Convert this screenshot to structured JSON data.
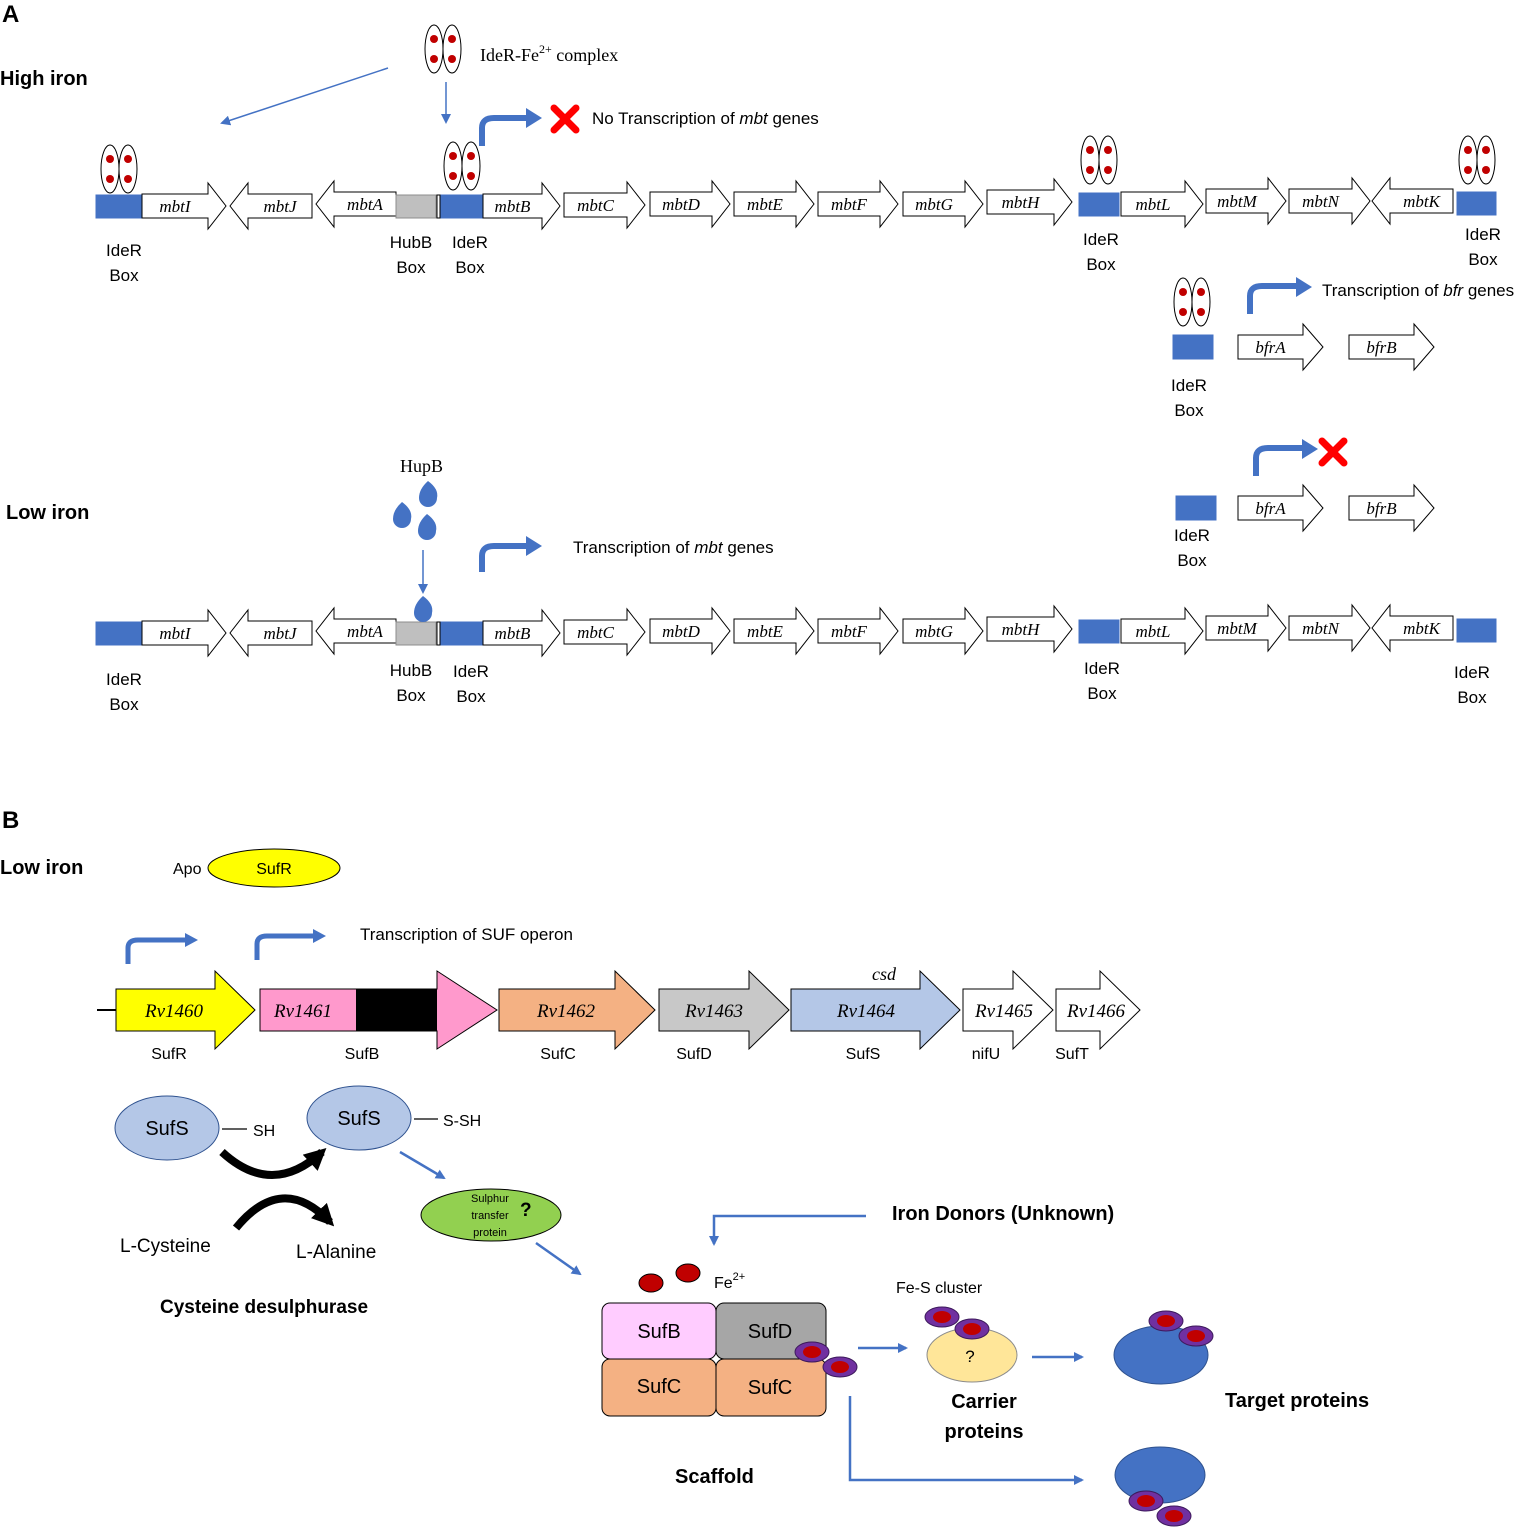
{
  "panels": {
    "a": {
      "letter": "A",
      "high_iron": "High iron",
      "low_iron": "Low iron"
    },
    "b": {
      "letter": "B",
      "low_iron": "Low iron"
    }
  },
  "labels": {
    "complex": "IdeR-Fe",
    "complex_sup": "2+",
    "complex_tail": " complex",
    "no_transcription_mbt": "No Transcription of ",
    "transcription_mbt": "Transcription of ",
    "transcription_bfr": "Transcription of ",
    "mbt_word": "mbt",
    "bfr_word": "bfr",
    "genes_word": " genes",
    "hupb": "HupB",
    "ider": "IdeR",
    "hubb": "HubB",
    "box": "Box"
  },
  "genes_mbt": {
    "mbtI": "mbtI",
    "mbtJ": "mbtJ",
    "mbtA": "mbtA",
    "mbtB": "mbtB",
    "mbtC": "mbtC",
    "mbtD": "mbtD",
    "mbtE": "mbtE",
    "mbtF": "mbtF",
    "mbtG": "mbtG",
    "mbtH": "mbtH",
    "mbtL": "mbtL",
    "mbtM": "mbtM",
    "mbtN": "mbtN",
    "mbtK": "mbtK"
  },
  "genes_bfr": {
    "bfrA": "bfrA",
    "bfrB": "bfrB"
  },
  "suf": {
    "apo": "Apo",
    "sufr": "SufR",
    "transcription": "Transcription of SUF operon",
    "csd": "csd",
    "genes": [
      {
        "id": "Rv1460",
        "protein": "SufR",
        "color": "#ffff00"
      },
      {
        "id": "Rv1461",
        "protein": "SufB",
        "color": "#ff99cc"
      },
      {
        "id": "Rv1462",
        "protein": "SufC",
        "color": "#f4b183"
      },
      {
        "id": "Rv1463",
        "protein": "SufD",
        "color": "#c8c8c8"
      },
      {
        "id": "Rv1464",
        "protein": "SufS",
        "color": "#b4c7e7"
      },
      {
        "id": "Rv1465",
        "protein": "nifU",
        "color": "#ffffff"
      },
      {
        "id": "Rv1466",
        "protein": "SufT",
        "color": "#ffffff"
      }
    ]
  },
  "pathway": {
    "sufs": "SufS",
    "sh": "SH",
    "ssh": "S-SH",
    "l_cysteine": "L-Cysteine",
    "l_alanine": "L-Alanine",
    "cysteine_desulphurase": "Cysteine desulphurase",
    "sulphur_1": "Sulphur",
    "sulphur_2": "transfer",
    "sulphur_3": "protein",
    "question": "?",
    "iron_donors": "Iron Donors (Unknown)",
    "fe": "Fe",
    "fe_sup": "2+",
    "fes_cluster": "Fe-S cluster",
    "sufb": "SufB",
    "sufd": "SufD",
    "sufc": "SufC",
    "scaffold": "Scaffold",
    "carrier_1": "Carrier",
    "carrier_2": "proteins",
    "target": "Target proteins"
  },
  "colors": {
    "ider_box": "#4472c4",
    "arrow_blue": "#4472c4",
    "red_x": "#ff0000",
    "iron_red": "#c00000",
    "cluster_purple": "#7030a0",
    "sulphur_green": "#92d050",
    "carrier_yellow": "#ffe699",
    "target_blue": "#4472c4",
    "sufb_pink": "#ffccff",
    "sufd_gray": "#a6a6a6",
    "sufc_orange": "#f4b183"
  }
}
